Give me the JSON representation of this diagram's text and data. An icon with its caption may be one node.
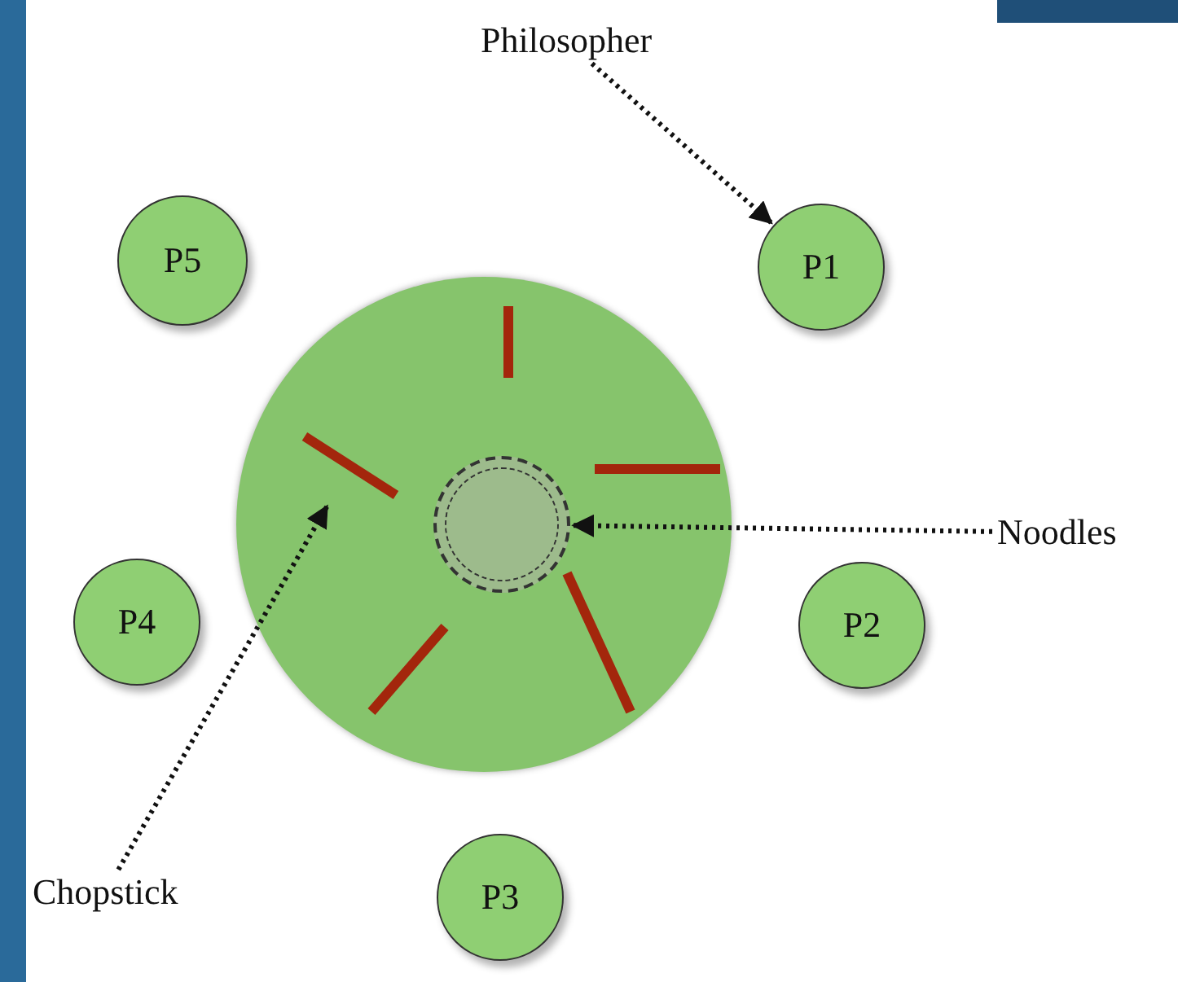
{
  "diagram": {
    "nodes": [
      {
        "text": [
          "Philosopher"
        ]
      },
      {
        "text": [
          "P5"
        ]
      },
      {
        "text": [
          "P1"
        ]
      },
      {
        "text": [],
        "shape": "circle"
      },
      {
        "text": [],
        "shape": "bar",
        "in": 3
      },
      {
        "text": [],
        "shape": "circle",
        "in": 3
      },
      {
        "text": [
          "Noodles"
        ]
      },
      {
        "text": [
          "P4"
        ]
      },
      {
        "text": [
          "P2"
        ]
      },
      {
        "text": [
          "Chopstick"
        ]
      },
      {
        "text": [
          "P3"
        ]
      }
    ],
    "edges": [
      {
        "from": 0,
        "to": 2,
        "arrow": "to"
      },
      {
        "from": 6,
        "to": 5,
        "arrow": "to"
      },
      {
        "from": 9,
        "to": 4,
        "arrow": "to"
      }
    ]
  }
}
